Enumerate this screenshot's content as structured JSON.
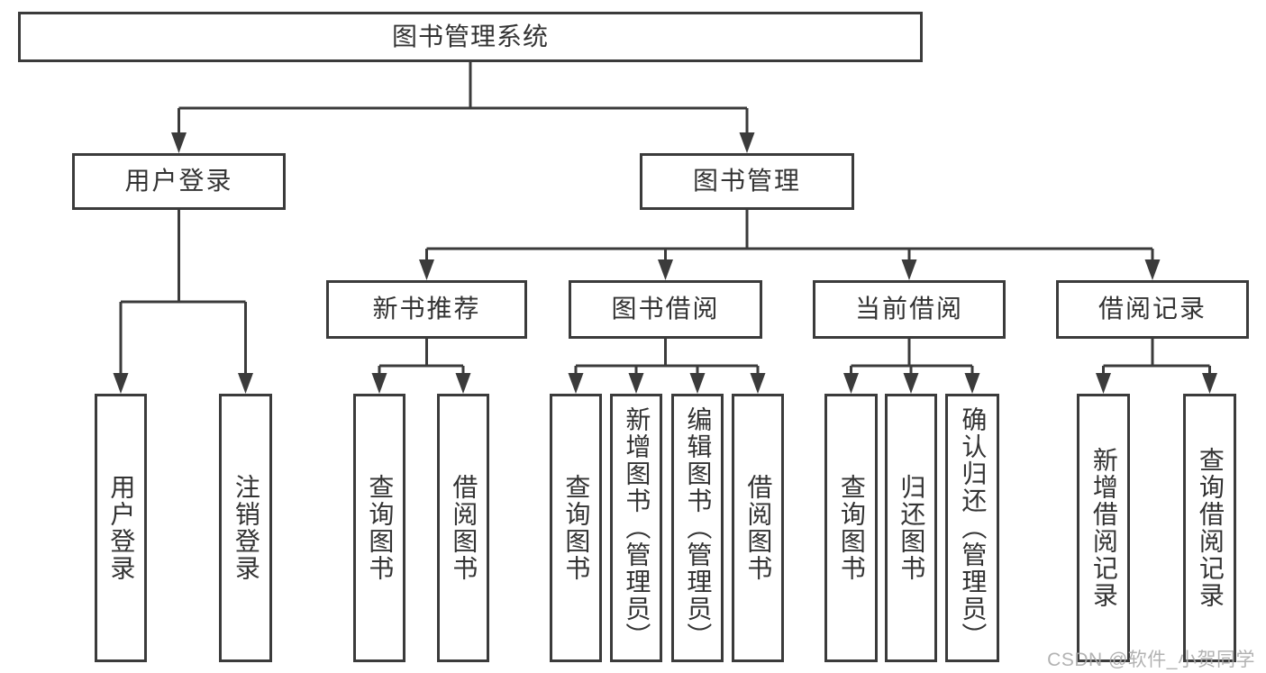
{
  "colors": {
    "line": "#3b3b3b",
    "text": "#333333",
    "watermark": "#aaaaaa",
    "background": "#ffffff"
  },
  "watermark": "CSDN @软件_小贺同学",
  "tree": {
    "root": "图书管理系统",
    "branches": [
      {
        "label": "用户登录",
        "children": [
          {
            "label": "用户登录"
          },
          {
            "label": "注销登录"
          }
        ]
      },
      {
        "label": "图书管理",
        "children": [
          {
            "label": "新书推荐",
            "children": [
              {
                "label": "查询图书"
              },
              {
                "label": "借阅图书"
              }
            ]
          },
          {
            "label": "图书借阅",
            "children": [
              {
                "label": "查询图书"
              },
              {
                "label": "新增图书（管理员）"
              },
              {
                "label": "编辑图书（管理员）"
              },
              {
                "label": "借阅图书"
              }
            ]
          },
          {
            "label": "当前借阅",
            "children": [
              {
                "label": "查询图书"
              },
              {
                "label": "归还图书"
              },
              {
                "label": "确认归还（管理员）"
              }
            ]
          },
          {
            "label": "借阅记录",
            "children": [
              {
                "label": "新增借阅记录"
              },
              {
                "label": "查询借阅记录"
              }
            ]
          }
        ]
      }
    ]
  }
}
